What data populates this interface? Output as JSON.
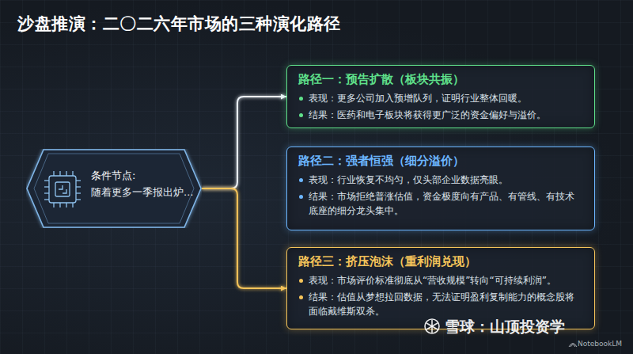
{
  "diagram": {
    "title": "沙盘推演：二〇二六年市场的三种演化路径",
    "nodes": [
      {
        "text": [
          "条件节点:",
          "随着更多一季报出炉…"
        ]
      },
      {
        "text": [
          "路径一：预告扩散（板块共振）",
          "表现：更多公司加入预增队列，证明行业整体回暖。",
          "结果：医药和电子板块将获得更广泛的资金偏好与溢价。"
        ]
      },
      {
        "text": [
          "路径二：强者恒强（细分溢价）",
          "表现：行业恢复不均匀，仅头部企业数据亮眼。",
          "结果：市场拒绝普涨估值，资金极度向有产品、有管线、有技术底座的细分龙头集中。"
        ]
      },
      {
        "text": [
          "路径三：挤压泡沫（重利润兑现）",
          "表现：市场评价标准彻底从“营收规模”转向“可持续利润”。",
          "结果：估值从梦想拉回数据，无法证明盈利复制能力的概念股将面临戴维斯双杀。"
        ]
      }
    ],
    "edges": [
      {
        "from": 0,
        "to": 1,
        "arrow": "to"
      },
      {
        "from": 0,
        "to": 2,
        "arrow": "to"
      },
      {
        "from": 0,
        "to": 3,
        "arrow": "to"
      }
    ],
    "labels": [
      "雪球：山顶投资学",
      "NotebookLM"
    ]
  }
}
